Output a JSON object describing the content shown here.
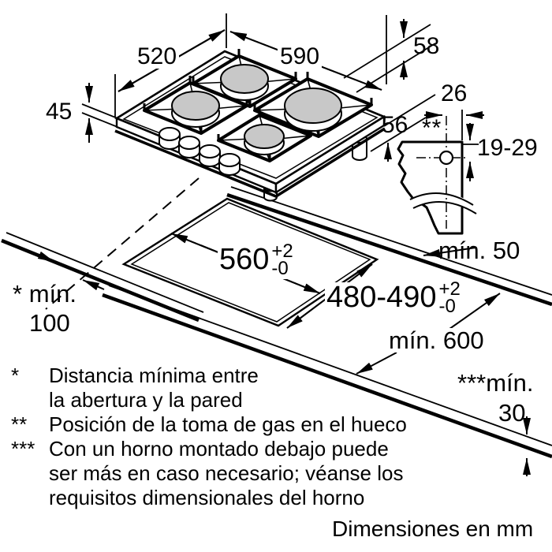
{
  "caption": "Dimensiones en mm",
  "colors": {
    "line": "#000000",
    "background": "#ffffff",
    "burner_fill": "#c8c8c8"
  },
  "hob": {
    "burner_count": "4",
    "knob_count": "4"
  },
  "dimensions": {
    "width": "590",
    "depth": "520",
    "height_left": "45",
    "clearance_top_right": "58",
    "clearance_right": "56",
    "gas_offset": "26",
    "gas_marker": "**",
    "gas_depth_range": "19-29",
    "cutout_width": "560",
    "cutout_depth": "480-490",
    "tol_plus": "+2",
    "tol_minus": "-0",
    "min_rear": "mín. 50",
    "min_worktop_depth": "mín. 600",
    "min_side_marker": "*",
    "min_side_label": "mín.",
    "min_side_value": "100",
    "min_thickness_marker": "***",
    "min_thickness_label": "mín.",
    "min_thickness_value": "30"
  },
  "footnotes": [
    {
      "marker": "*",
      "lines": [
        "Distancia mínima entre",
        "la abertura y la pared"
      ]
    },
    {
      "marker": "**",
      "lines": [
        "Posición de la toma de gas en el hueco"
      ]
    },
    {
      "marker": "***",
      "lines": [
        "Con un horno montado debajo puede",
        "ser más en caso necesario; véanse los",
        "requisitos dimensionales del horno"
      ]
    }
  ]
}
